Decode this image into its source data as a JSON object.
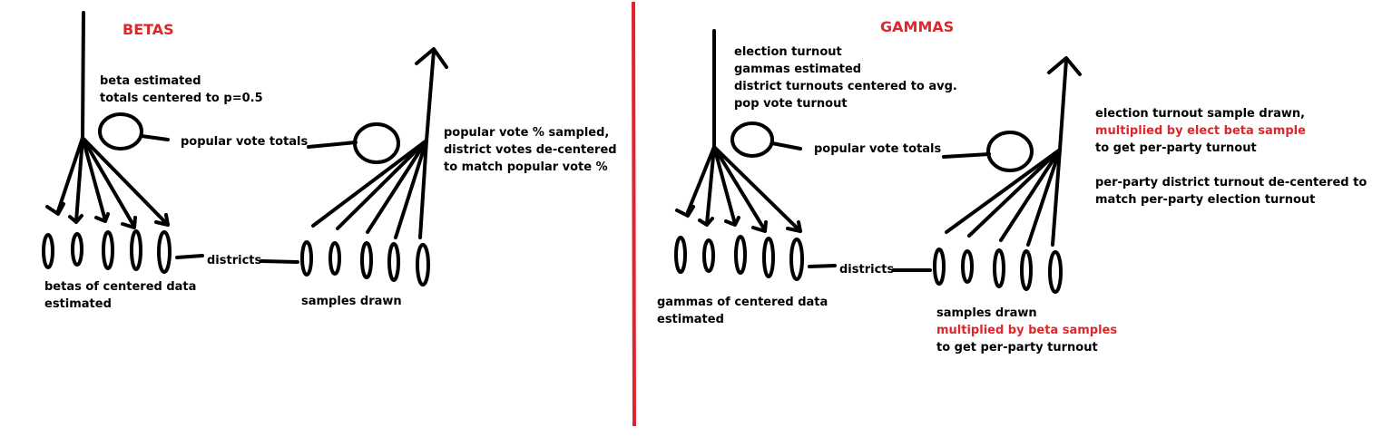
{
  "betas": {
    "title": "BETAS",
    "beta_estimated": [
      "beta estimated",
      "totals centered to p=0.5"
    ],
    "popular_vote_totals": "popular vote totals",
    "popular_vote_sampled": [
      "popular vote % sampled,",
      "district votes de-centered",
      "to match popular vote %"
    ],
    "districts": "districts",
    "betas_of_centered": [
      "betas of centered data",
      "estimated"
    ],
    "samples_drawn": "samples drawn"
  },
  "gammas": {
    "title": "GAMMAS",
    "election_turnout": [
      "election turnout",
      "gammas estimated",
      "district turnouts centered to avg.",
      "pop vote turnout"
    ],
    "popular_vote_totals": "popular vote totals",
    "turnout_sample_drawn": "election turnout sample drawn,",
    "multiplied_by_elect_beta": "multiplied by elect beta sample",
    "to_get_per_party_turnout": "to get per-party turnout",
    "per_party_decentered": [
      "per-party district turnout de-centered to",
      "match per-party election turnout"
    ],
    "districts": "districts",
    "gammas_of_centered": [
      "gammas of centered data",
      "estimated"
    ],
    "samples_drawn": "samples drawn",
    "multiplied_by_beta_samples": "multiplied by beta samples",
    "to_get_per_party_turnout_2": "to get per-party turnout"
  },
  "colors": {
    "ink": "#000000",
    "accent_red": "#e0262b"
  }
}
